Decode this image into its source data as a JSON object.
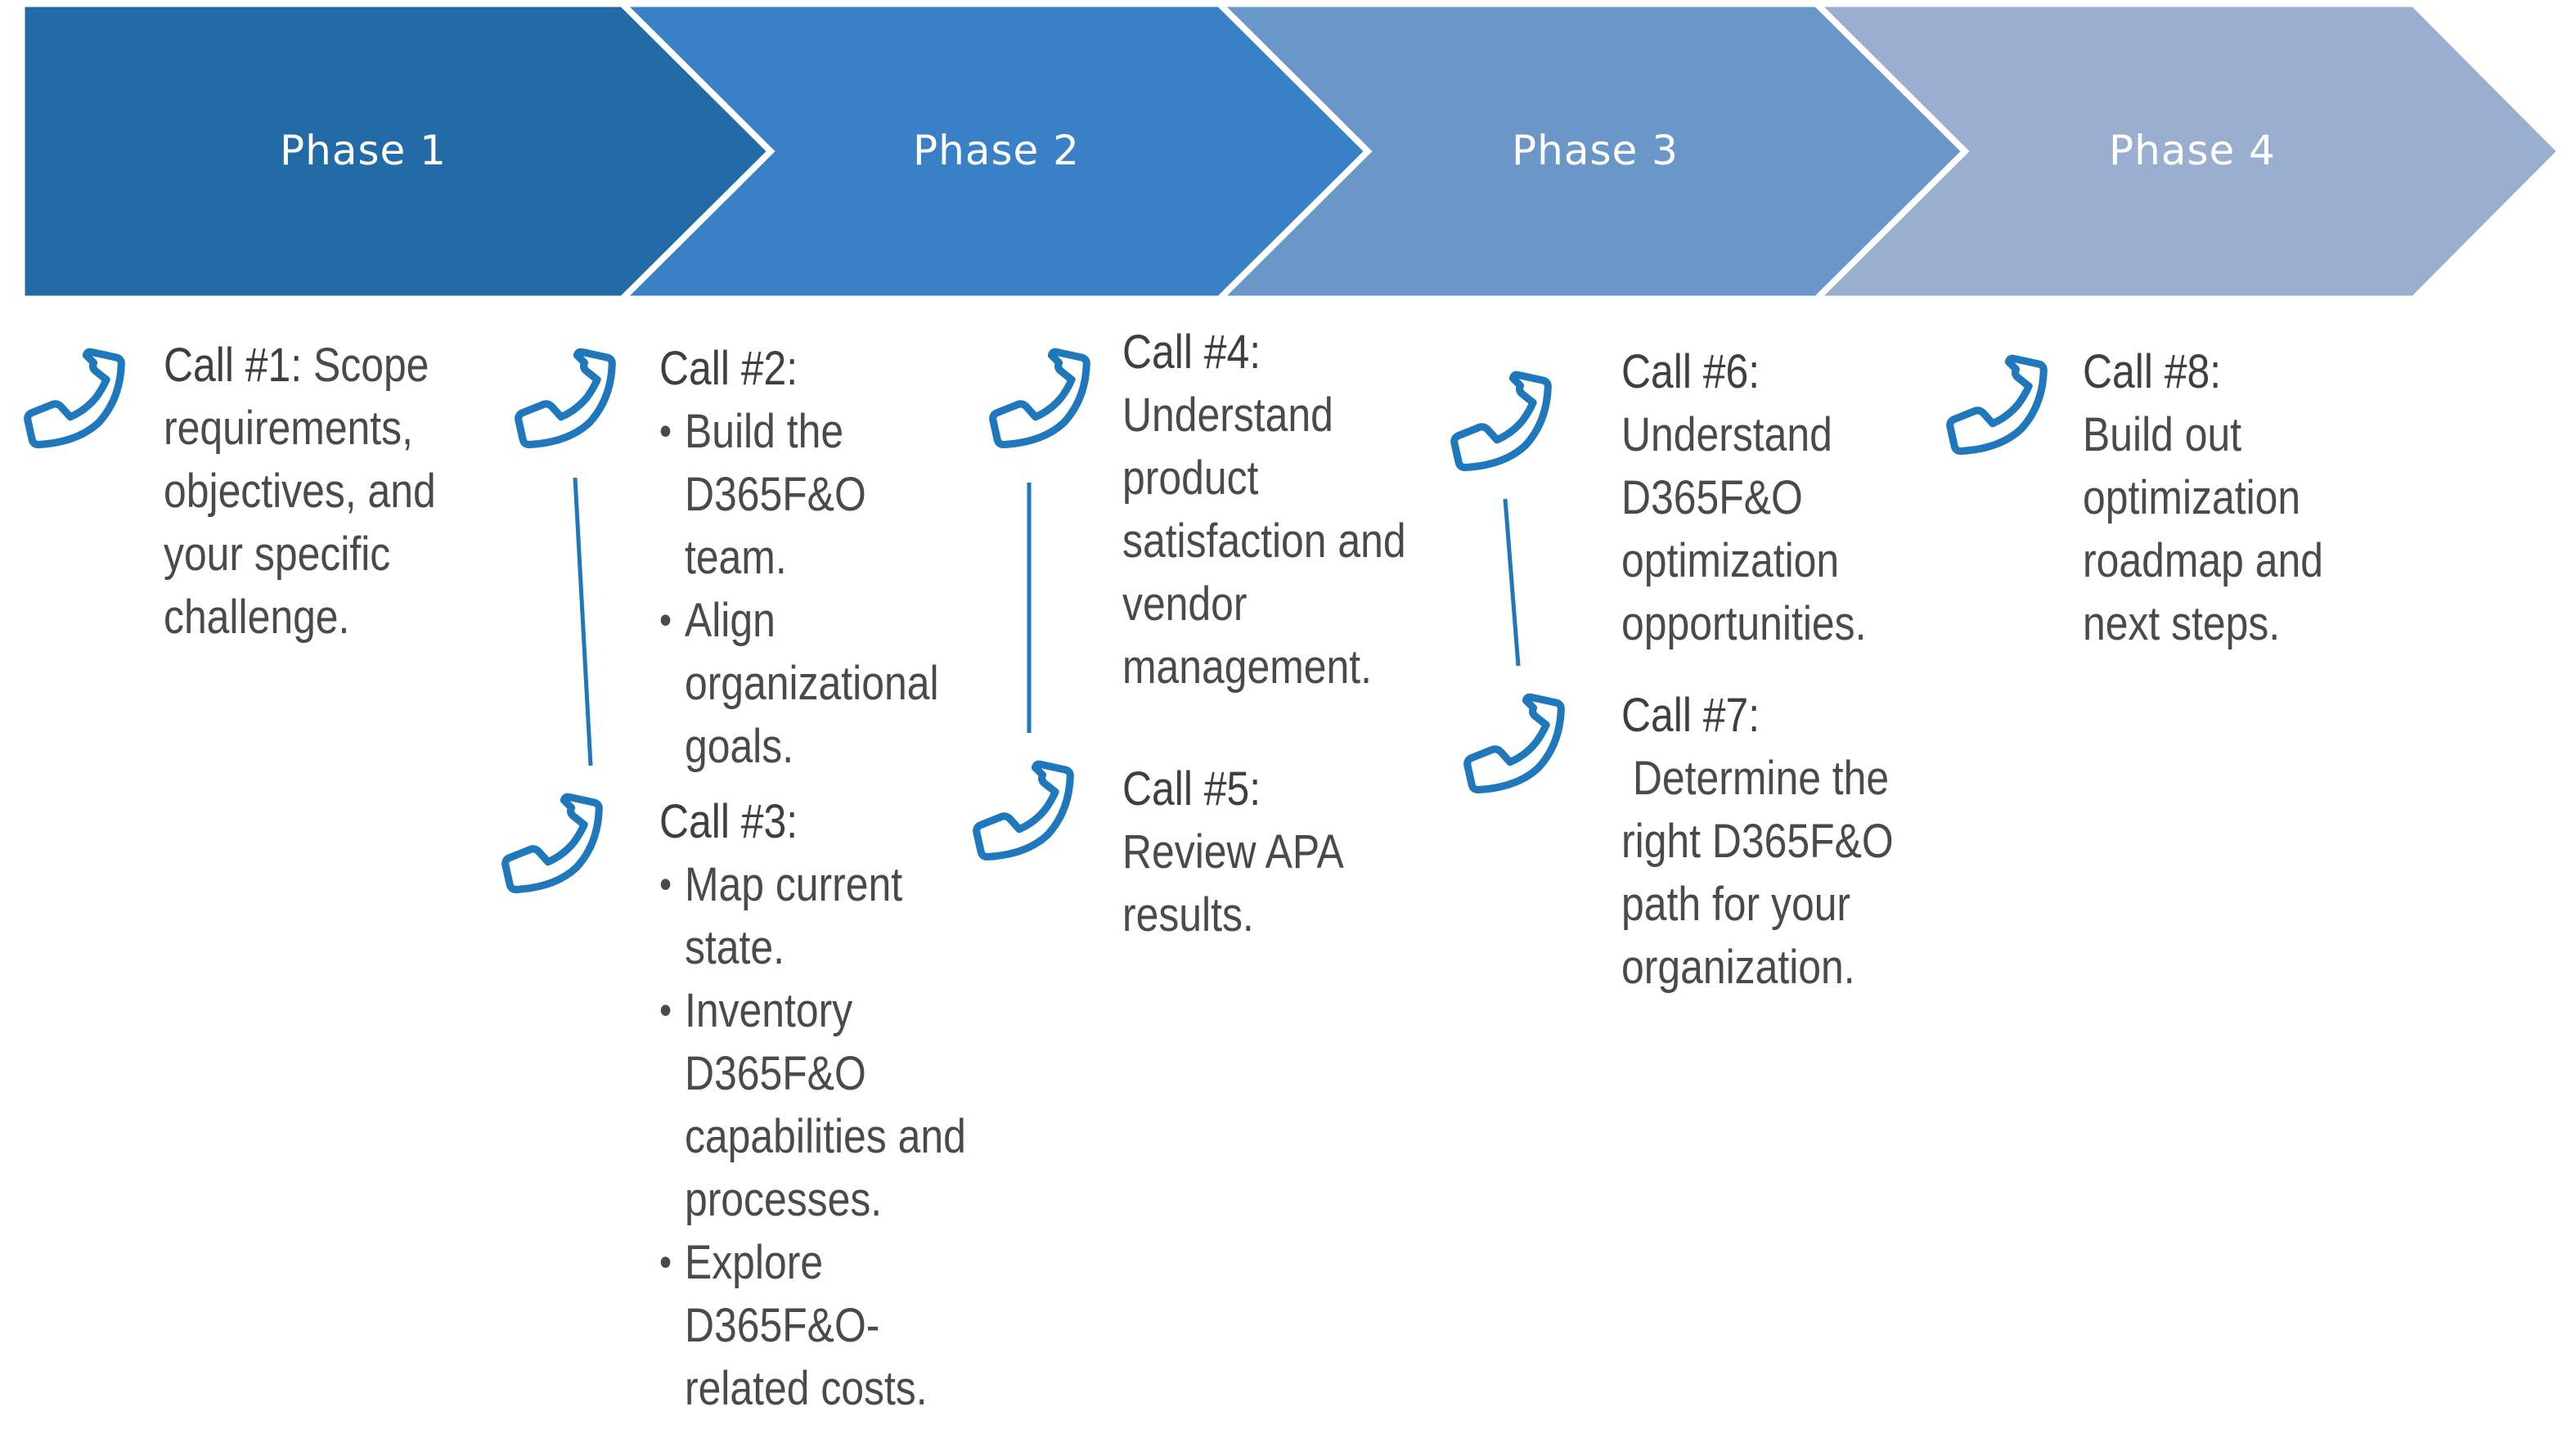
{
  "colors": {
    "phase1": "#236ba6",
    "phase2": "#3a80c7",
    "phase3": "#6b96c8",
    "phase4": "#9aafd0",
    "icon": "#1f77bc",
    "text": "#4a4a4a"
  },
  "phases": [
    {
      "label": "Phase 1"
    },
    {
      "label": "Phase 2"
    },
    {
      "label": "Phase 3"
    },
    {
      "label": "Phase 4"
    }
  ],
  "calls": [
    {
      "title": "Call #1:",
      "text": "Scope requirements, objectives, and your specific challenge.",
      "icon": "phone-icon"
    },
    {
      "title": "Call #2:",
      "bullets": [
        "Build the D365F&O team.",
        "Align organizational goals."
      ],
      "icon": "phone-icon"
    },
    {
      "title": "Call #3:",
      "bullets": [
        "Map current state.",
        "Inventory D365F&O capabilities and processes.",
        "Explore D365F&O-related costs."
      ],
      "icon": "phone-icon"
    },
    {
      "title": "Call #4:",
      "text": "Understand product satisfaction and vendor management.",
      "icon": "phone-icon"
    },
    {
      "title": "Call #5:",
      "text": "Review APA results.",
      "icon": "phone-icon"
    },
    {
      "title": "Call #6:",
      "text": "Understand D365F&O optimization opportunities.",
      "icon": "phone-icon"
    },
    {
      "title": "Call #7:",
      "text": " Determine the right D365F&O path for your organization.",
      "icon": "phone-icon"
    },
    {
      "title": "Call #8:",
      "text": "Build out optimization roadmap and next steps.",
      "icon": "phone-icon"
    }
  ],
  "bullet_char": "•"
}
